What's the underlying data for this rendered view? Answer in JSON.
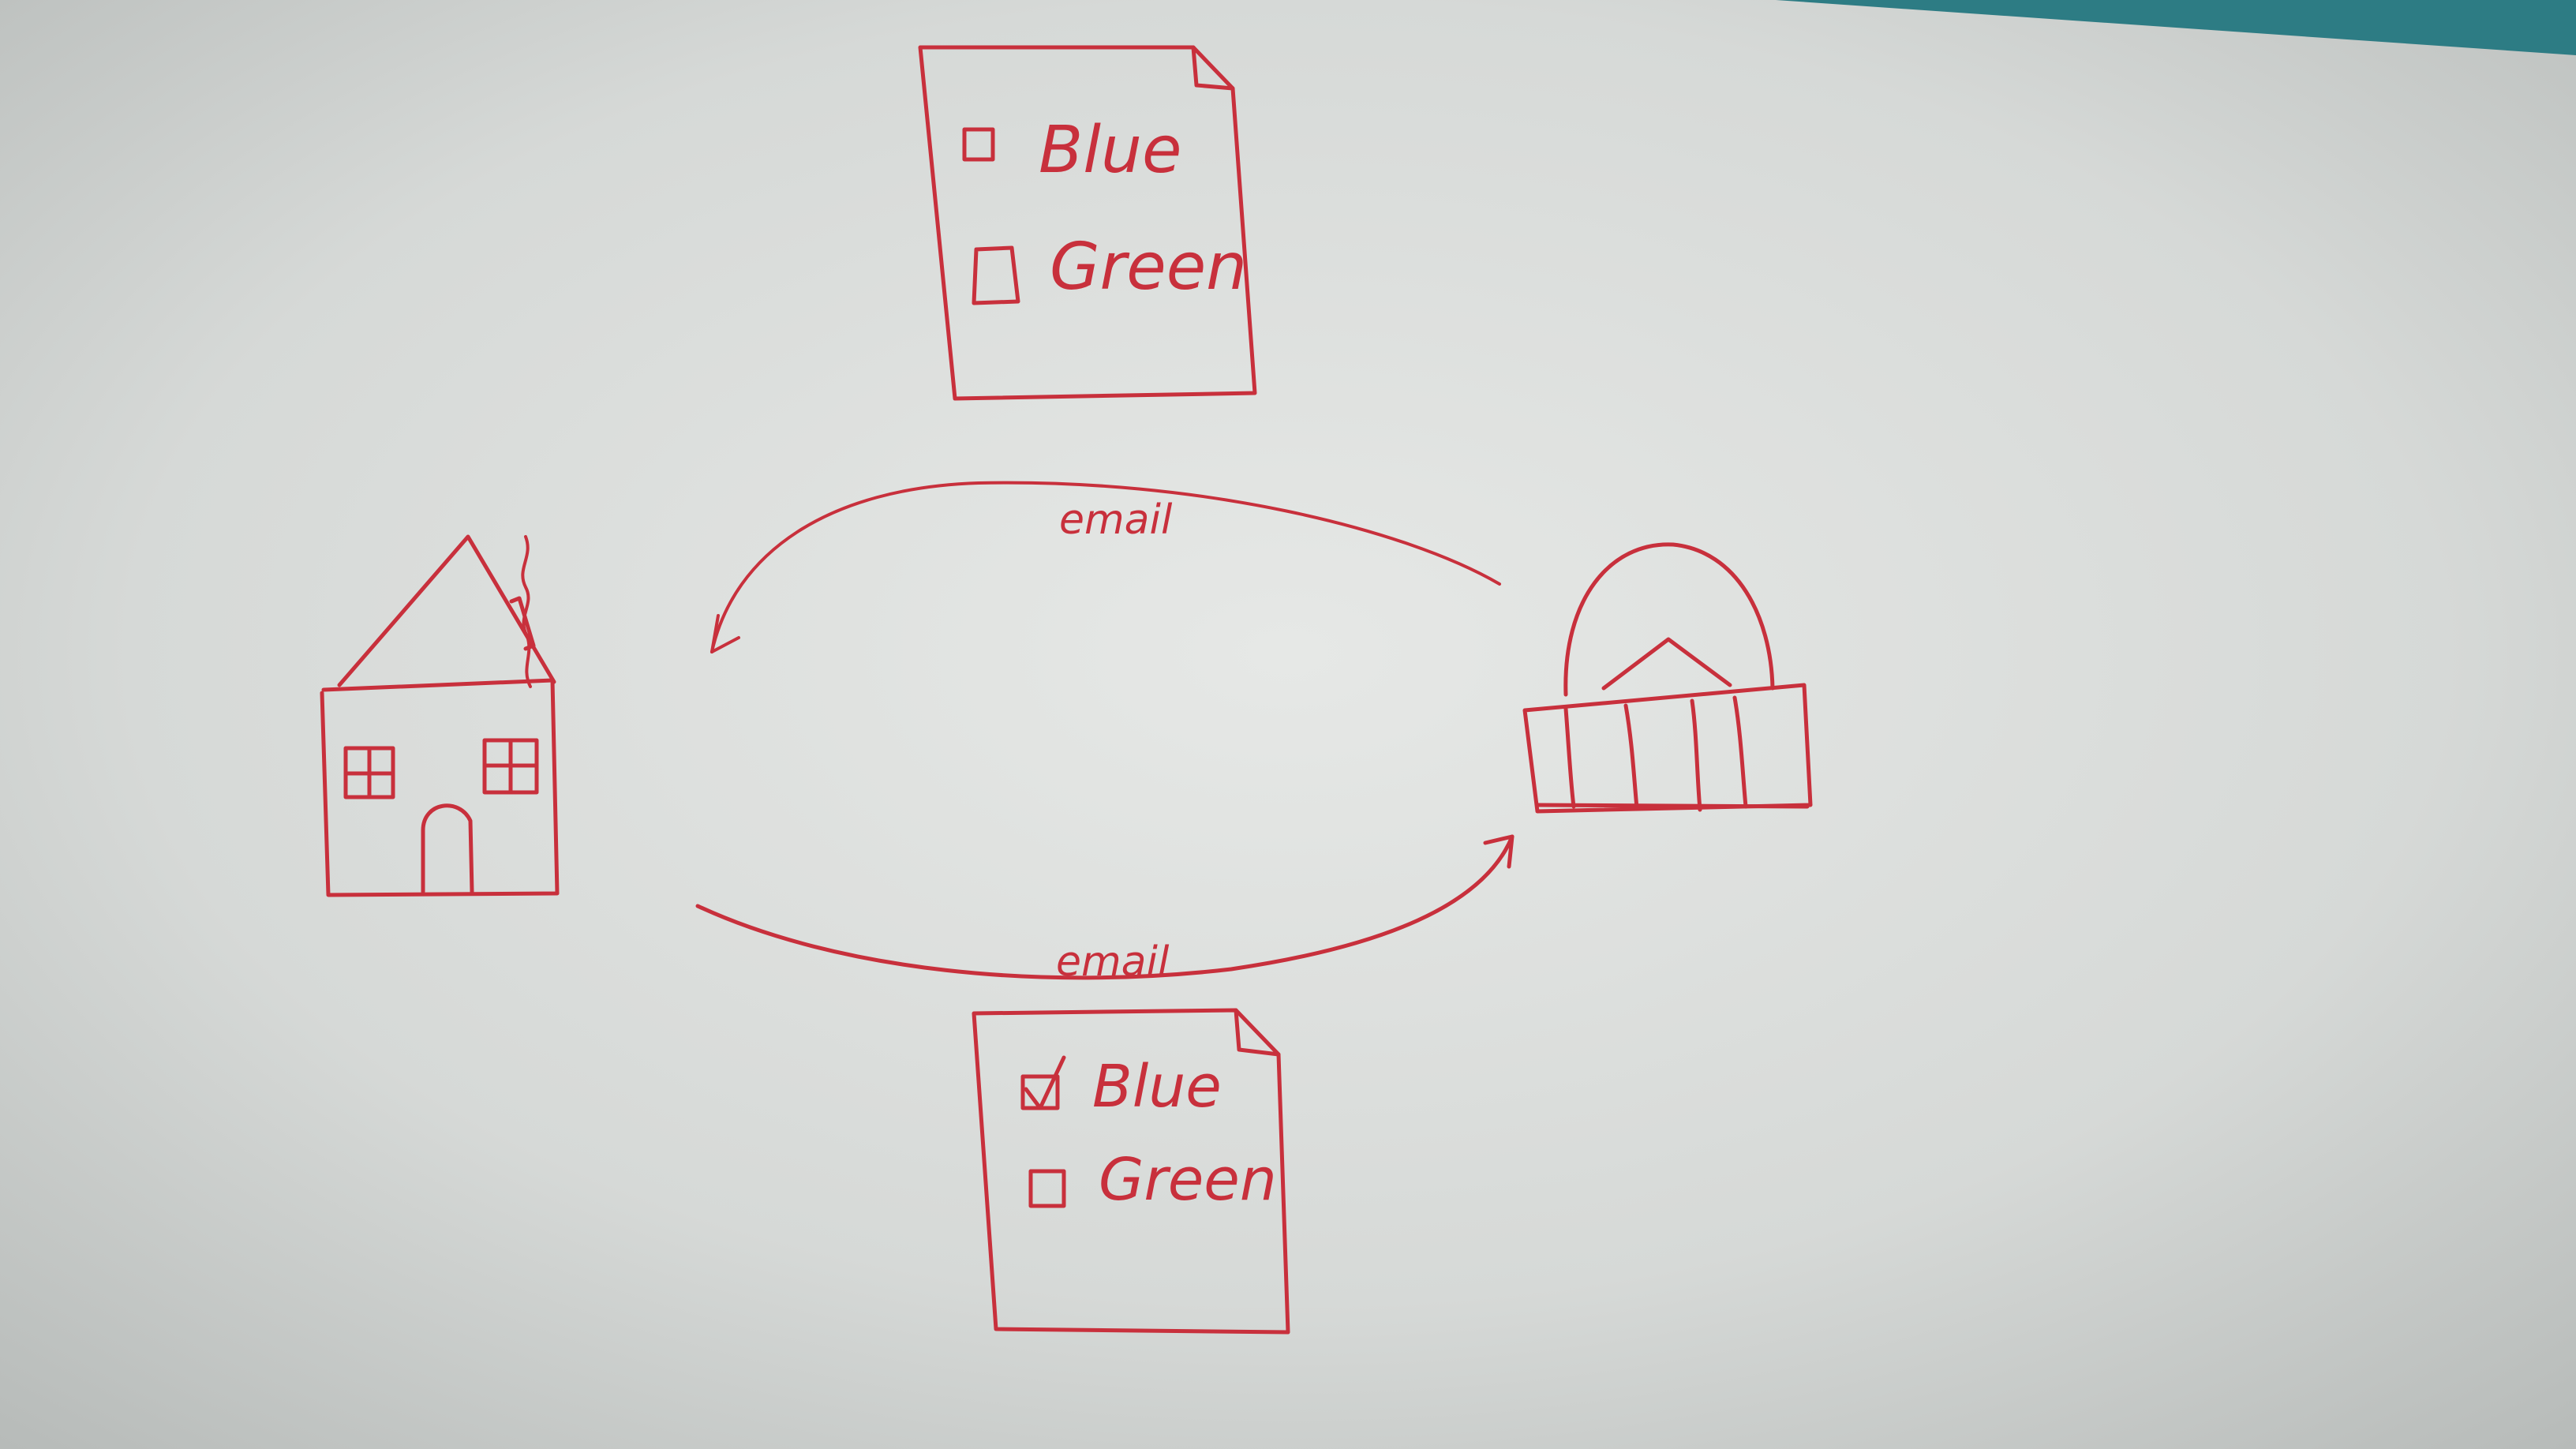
{
  "colors": {
    "ink": "#c8303c",
    "board_light": "#e4e6e4",
    "board_shadow": "#b3b7b5",
    "wall_corner": "#2d7c84"
  },
  "top_form": {
    "options": [
      {
        "label": "Blue",
        "checked": false
      },
      {
        "label": "Green",
        "checked": false
      }
    ]
  },
  "bottom_form": {
    "options": [
      {
        "label": "Blue",
        "checked": true
      },
      {
        "label": "Green",
        "checked": false
      }
    ]
  },
  "arrows": {
    "top_label": "email",
    "bottom_label": "email"
  },
  "icons": {
    "left": "house-icon",
    "right": "government-building-icon",
    "top": "blank-form-document-icon",
    "bottom": "completed-form-document-icon"
  }
}
